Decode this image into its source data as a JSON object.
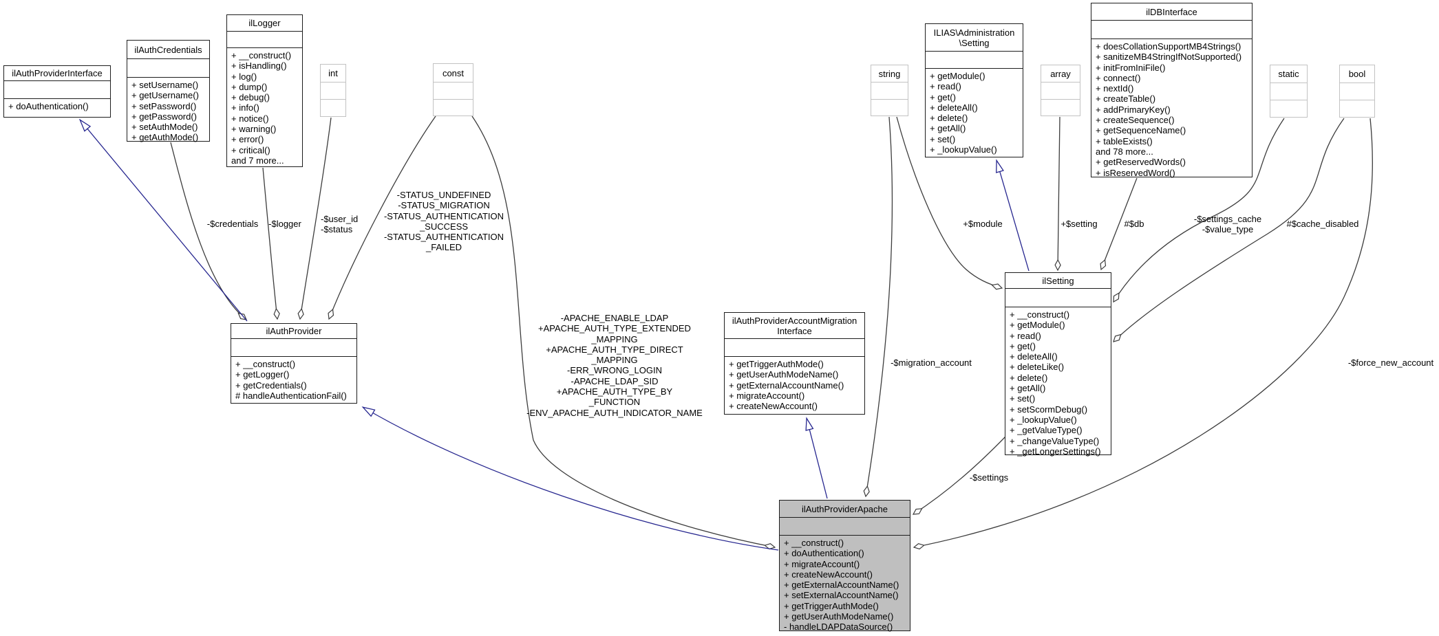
{
  "colors": {
    "background": "#ffffff",
    "box_border": "#1c1c1c",
    "type_box_border": "#c2c2c2",
    "highlight_fill": "#bfbfbf",
    "aggregation_edge": "#3c3c3c",
    "inheritance_edge": "#26268f"
  },
  "classes": {
    "ilAuthProviderInterface": {
      "title": "ilAuthProviderInterface",
      "methods": [
        "+ doAuthentication()"
      ]
    },
    "ilAuthCredentials": {
      "title": "ilAuthCredentials",
      "methods": [
        "+ setUsername()",
        "+ getUsername()",
        "+ setPassword()",
        "+ getPassword()",
        "+ setAuthMode()",
        "+ getAuthMode()"
      ]
    },
    "ilLogger": {
      "title": "ilLogger",
      "methods": [
        "+ __construct()",
        "+ isHandling()",
        "+ log()",
        "+ dump()",
        "+ debug()",
        "+ info()",
        "+ notice()",
        "+ warning()",
        "+ error()",
        "+ critical()",
        "and 7 more..."
      ]
    },
    "int_type": {
      "title": "int"
    },
    "const_type": {
      "title": "const"
    },
    "string_type": {
      "title": "string"
    },
    "array_type": {
      "title": "array"
    },
    "static_type": {
      "title": "static"
    },
    "bool_type": {
      "title": "bool"
    },
    "ilAuthProvider": {
      "title": "ilAuthProvider",
      "methods": [
        "+ __construct()",
        "+ getLogger()",
        "+ getCredentials()",
        "# handleAuthenticationFail()"
      ]
    },
    "ilAuthProviderAccountMigrationInterface": {
      "title_lines": [
        "ilAuthProviderAccountMigration",
        "Interface"
      ],
      "methods": [
        "+ getTriggerAuthMode()",
        "+ getUserAuthModeName()",
        "+ getExternalAccountName()",
        "+ migrateAccount()",
        "+ createNewAccount()"
      ]
    },
    "ILIAS_Administration_Setting": {
      "title_lines": [
        "ILIAS\\Administration",
        "\\Setting"
      ],
      "methods": [
        "+ getModule()",
        "+ read()",
        "+ get()",
        "+ deleteAll()",
        "+ delete()",
        "+ getAll()",
        "+ set()",
        "+ _lookupValue()"
      ]
    },
    "ilDBInterface": {
      "title": "ilDBInterface",
      "methods": [
        "+ doesCollationSupportMB4Strings()",
        "+ sanitizeMB4StringIfNotSupported()",
        "+ initFromIniFile()",
        "+ connect()",
        "+ nextId()",
        "+ createTable()",
        "+ addPrimaryKey()",
        "+ createSequence()",
        "+ getSequenceName()",
        "+ tableExists()",
        "and 78 more...",
        "+ getReservedWords()",
        "+ isReservedWord()"
      ]
    },
    "ilSetting": {
      "title": "ilSetting",
      "methods": [
        "+ __construct()",
        "+ getModule()",
        "+ read()",
        "+ get()",
        "+ deleteAll()",
        "+ deleteLike()",
        "+ delete()",
        "+ getAll()",
        "+ set()",
        "+ setScormDebug()",
        "+ _lookupValue()",
        "+ _getValueType()",
        "+ _changeValueType()",
        "+ _getLongerSettings()"
      ]
    },
    "ilAuthProviderApache": {
      "title": "ilAuthProviderApache",
      "methods": [
        "+ __construct()",
        "+ doAuthentication()",
        "+ migrateAccount()",
        "+ createNewAccount()",
        "+ getExternalAccountName()",
        "+ setExternalAccountName()",
        "+ getTriggerAuthMode()",
        "+ getUserAuthModeName()",
        "- handleLDAPDataSource()"
      ]
    }
  },
  "edge_labels": {
    "credentials": "-$credentials",
    "logger": "-$logger",
    "user_id_status": [
      "-$user_id",
      "-$status"
    ],
    "status_consts": [
      "-STATUS_UNDEFINED",
      "-STATUS_MIGRATION",
      "-STATUS_AUTHENTICATION",
      "_SUCCESS",
      "-STATUS_AUTHENTICATION",
      "_FAILED"
    ],
    "apache_consts": [
      "-APACHE_ENABLE_LDAP",
      "+APACHE_AUTH_TYPE_EXTENDED",
      "_MAPPING",
      "+APACHE_AUTH_TYPE_DIRECT",
      "_MAPPING",
      "-ERR_WRONG_LOGIN",
      "-APACHE_LDAP_SID",
      "+APACHE_AUTH_TYPE_BY",
      "_FUNCTION",
      "-ENV_APACHE_AUTH_INDICATOR_NAME"
    ],
    "module": "+$module",
    "setting": "+$setting",
    "db": "#$db",
    "settings_cache": [
      "-$settings_cache",
      "-$value_type"
    ],
    "cache_disabled": "#$cache_disabled",
    "force_new_account": "-$force_new_account",
    "migration_account": "-$migration_account",
    "settings": "-$settings"
  }
}
